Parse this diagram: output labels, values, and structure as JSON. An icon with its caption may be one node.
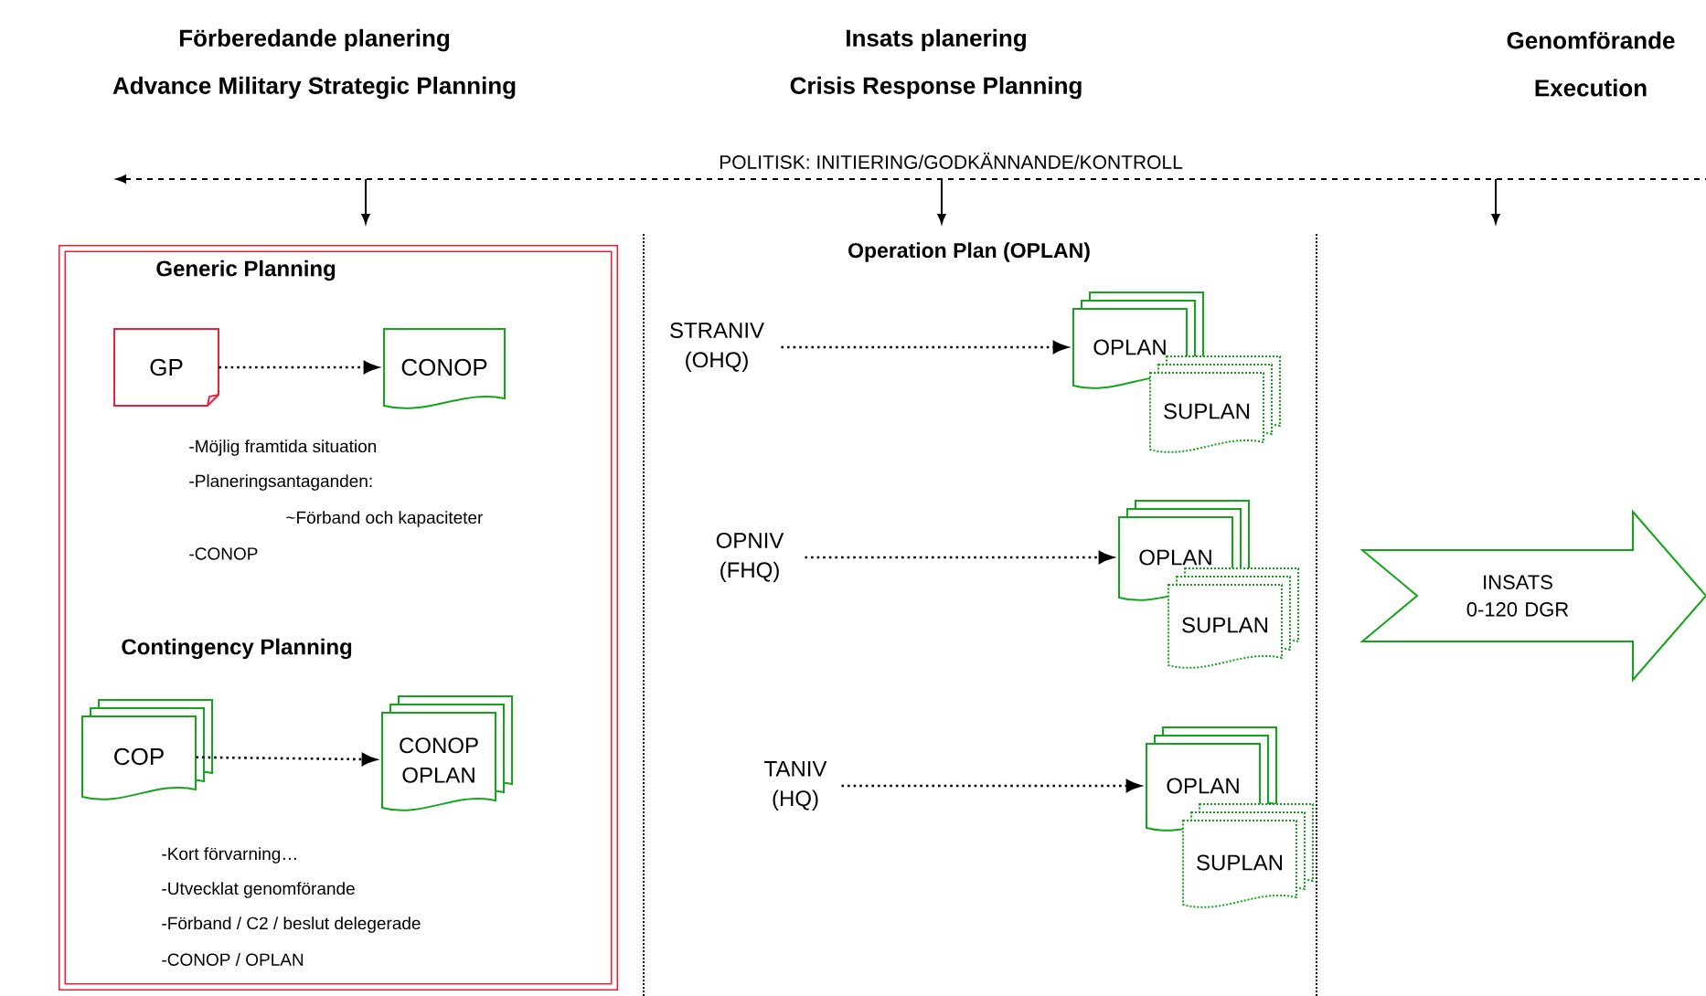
{
  "diagram": {
    "nodes": [
      {
        "text": [],
        "shape": "box"
      },
      {
        "text": [
          "GP"
        ],
        "in": 0
      },
      {
        "text": [
          "CONOP"
        ],
        "in": 0
      },
      {
        "text": [
          "COP"
        ],
        "in": 0
      },
      {
        "text": [
          "CONOP OPLAN"
        ],
        "in": 0
      },
      {
        "text": [
          "STRANIV (OHQ)"
        ]
      },
      {
        "text": [
          "OPLAN"
        ]
      },
      {
        "text": [
          "SUPLAN"
        ]
      },
      {
        "text": [
          "OPNIV (FHQ)"
        ]
      },
      {
        "text": [
          "OPLAN"
        ]
      },
      {
        "text": [
          "SUPLAN"
        ]
      },
      {
        "text": [
          "TANIV (HQ)"
        ]
      },
      {
        "text": [
          "OPLAN"
        ]
      },
      {
        "text": [
          "SUPLAN"
        ]
      },
      {
        "text": [
          "INSATS 0-120 DGR"
        ]
      }
    ],
    "edges": [
      {
        "from": 1,
        "to": 2,
        "arrow": "to"
      },
      {
        "from": 3,
        "to": 4,
        "arrow": "to"
      },
      {
        "from": 5,
        "to": 6,
        "arrow": "to"
      },
      {
        "from": 8,
        "to": 9,
        "arrow": "to"
      },
      {
        "from": 11,
        "to": 12,
        "arrow": "to"
      }
    ],
    "labels": [
      "Förberedande planering",
      "Advance Military Strategic Planning",
      "Insats planering",
      "Crisis Response Planning",
      "Genomförande",
      "Execution",
      "POLITISK: INITIERING/GODKÄNNANDE/KONTROLL",
      "Generic Planning",
      "-Möjlig framtida situation",
      "-Planeringsantaganden:",
      "~Förband och kapaciteter",
      "-CONOP",
      "Contingency Planning",
      "-Kort förvarning…",
      "-Utvecklat genomförande",
      "-Förband / C2 / beslut delegerade",
      "-CONOP / OPLAN",
      "Operation Plan (OPLAN)"
    ]
  }
}
